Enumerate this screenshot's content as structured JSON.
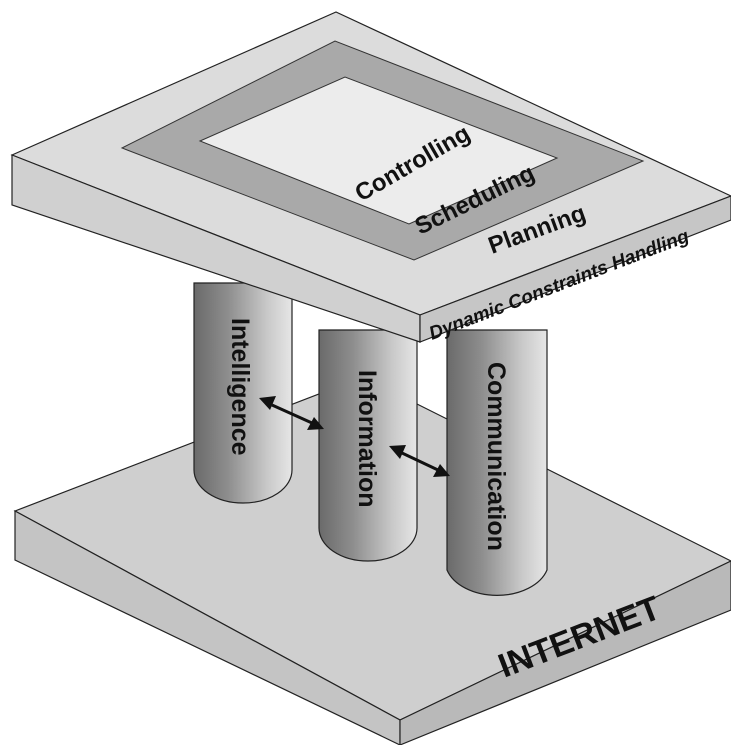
{
  "diagram": {
    "top_layers": {
      "inner": "Controlling",
      "middle": "Scheduling",
      "outer": "Planning"
    },
    "top_edge_label": "Dynamic Constraints Handling",
    "pillars": [
      "Intelligence",
      "Information",
      "Communication"
    ],
    "base_label": "INTERNET"
  },
  "colors": {
    "slab_top": "#dcdcdc",
    "slab_side": "#c8c8c8",
    "middle_frame": "#a9a9a9",
    "inner_top": "#ececec",
    "outline": "#222222",
    "text": "#111111"
  }
}
